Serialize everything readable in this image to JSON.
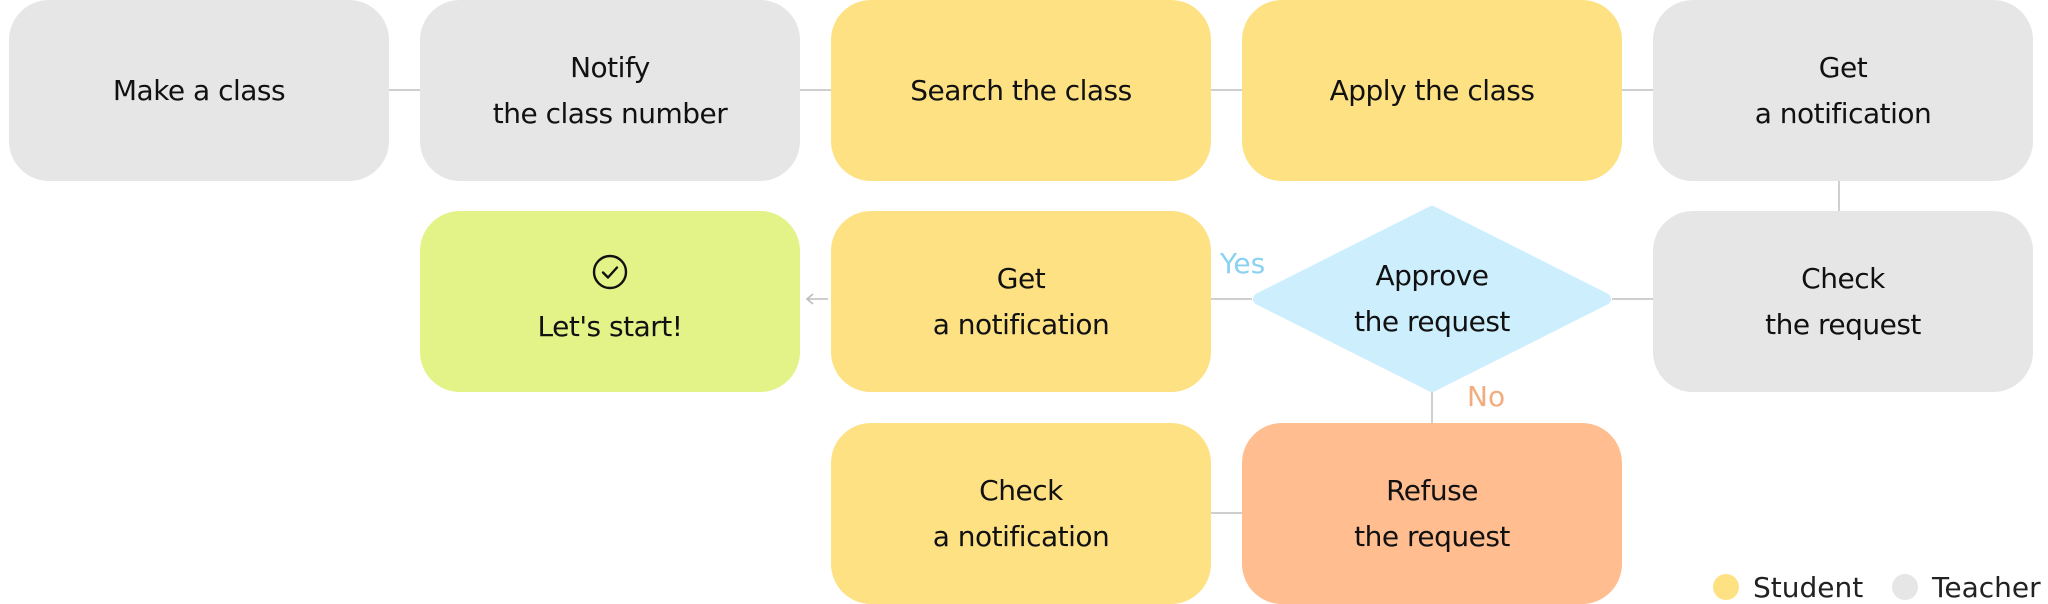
{
  "diagram": {
    "steps": {
      "make_class": {
        "lines": [
          "Make a class"
        ]
      },
      "notify_number": {
        "lines": [
          "Notify",
          "the class number"
        ]
      },
      "search_class": {
        "lines": [
          "Search the class"
        ]
      },
      "apply_class": {
        "lines": [
          "Apply the class"
        ]
      },
      "teacher_notification": {
        "lines": [
          "Get",
          "a notification"
        ]
      },
      "check_request": {
        "lines": [
          "Check",
          "the request"
        ]
      },
      "approve_request": {
        "lines": [
          "Approve",
          "the request"
        ]
      },
      "student_notification": {
        "lines": [
          "Get",
          "a notification"
        ]
      },
      "lets_start": {
        "lines": [
          "Let's start!"
        ]
      },
      "refuse_request": {
        "lines": [
          "Refuse",
          "the request"
        ]
      },
      "check_notification": {
        "lines": [
          "Check",
          "a notification"
        ]
      }
    },
    "branches": {
      "yes": "Yes",
      "no": "No"
    }
  },
  "legend": {
    "student": "Student",
    "teacher": "Teacher"
  },
  "colors": {
    "teacher": "#e6e6e6",
    "student": "#fde183",
    "final": "#e3f388",
    "refuse": "#ffbd90",
    "decision": "#cdeefd",
    "yes_label": "#89d2f2",
    "no_label": "#f2ad7f"
  },
  "icons": {
    "final_step": "check-circle-icon",
    "flow_end": "arrow-left-icon"
  }
}
